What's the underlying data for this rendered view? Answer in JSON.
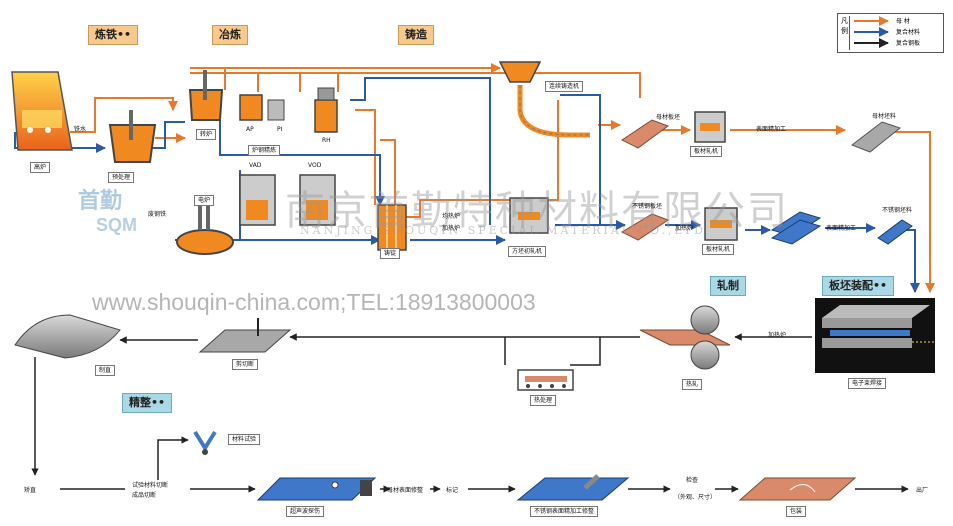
{
  "stages": {
    "ironmaking": "炼铁",
    "smelting": "冶炼",
    "casting": "铸造",
    "rolling": "轧制",
    "slab_assembly": "板坯装配",
    "finishing": "精整"
  },
  "stage_suffix": "••",
  "legend": {
    "title": "凡例",
    "items": [
      {
        "label": "母 材",
        "color": "#e8782a"
      },
      {
        "label": "复合材料",
        "color": "#2a5aa8"
      },
      {
        "label": "复合钢板",
        "color": "#222222"
      }
    ]
  },
  "captions": {
    "blast_furnace": "高炉",
    "molten_iron": "铁水",
    "pretreatment": "预处理",
    "converter": "转炉",
    "ap": "AP",
    "pi": "PI",
    "rh": "RH",
    "refining": "炉钢精炼",
    "vad": "VAD",
    "vod": "VOD",
    "electric_furnace": "电炉",
    "scrap": "废钢铁",
    "ingot": "铸锭",
    "continuous_caster": "连续铸造机",
    "base_slab": "母材板坯",
    "plate_mill_1": "板材轧机",
    "surface_finishing_1": "表面精加工",
    "base_blank": "母材坯料",
    "stainless_slab": "不锈钢板坯",
    "heating_1": "均热炉",
    "heating_2": "加热炉",
    "blooming_mill": "方坯初轧机",
    "heating_3": "加热炉",
    "plate_mill_2": "板材轧机",
    "surface_finishing_2": "表面精加工",
    "stainless_blank": "不锈钢坯料",
    "electron_beam": "电子束焊接",
    "heating_4": "加热炉",
    "hot_rolling": "热轧",
    "heat_treatment": "热处理",
    "shearing": "剪切断",
    "finished": "制直",
    "straightening": "矫直",
    "sample_cut_1": "试验材料切断",
    "sample_cut_2": "成品切断",
    "material_test": "材料试验",
    "ultrasonic": "超声波探伤",
    "base_grinding": "母材表面修整",
    "marking": "标记",
    "stainless_grinding": "不锈钢表面精加工修整",
    "inspection_1": "检查",
    "inspection_2": "（外观、尺寸）",
    "packing": "包装",
    "shipping": "出厂"
  },
  "watermark": {
    "company": "南京首勤特种材料有限公司",
    "pinyin": "NANJING SHOUQIN SPECIAL MATERIAL CO.,LTD",
    "contact": "www.shouqin-china.com;TEL:18913800003",
    "logo_cn": "首勤",
    "logo_en": "SQM"
  },
  "colors": {
    "base_material": "#e8782a",
    "composite": "#2a5aa8",
    "clad_plate": "#222222",
    "furnace_fill": "#f08a20",
    "plate_copper": "#d98a6a",
    "plate_blue": "#3f78c8",
    "plate_gray": "#a8a8a8"
  }
}
